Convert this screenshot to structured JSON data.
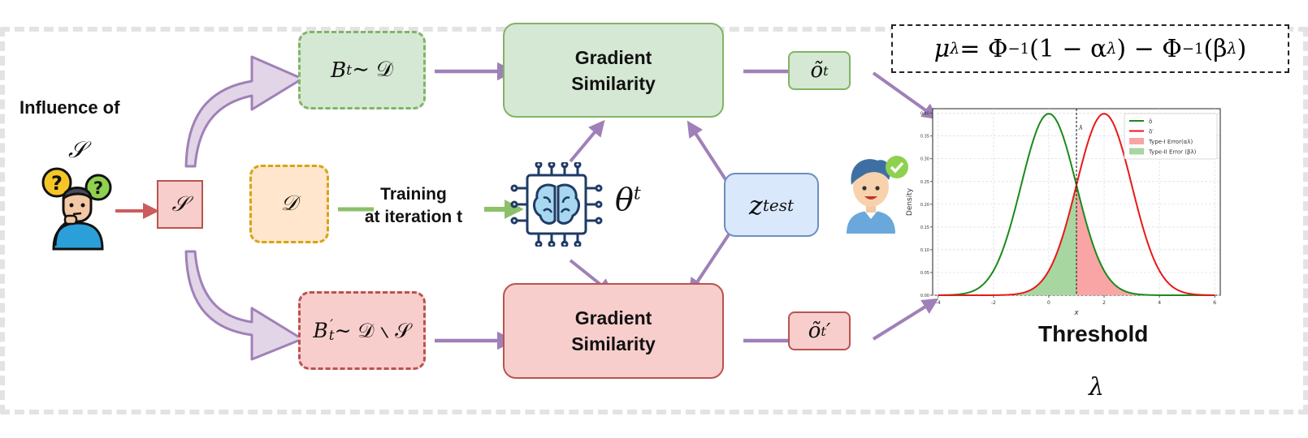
{
  "colors": {
    "purple": "#a080b8",
    "purple_fill": "#e1d5e7",
    "green_fill": "#d5e8d4",
    "green_border": "#82b366",
    "red_fill": "#f8cecc",
    "red_border": "#b85450",
    "yellow_fill": "#ffe6cc",
    "yellow_border": "#d6a412",
    "blue_fill": "#dae8fc",
    "blue_border": "#6c8ebf",
    "curve_green": "#1a8a1a",
    "curve_red": "#e81818"
  },
  "labels": {
    "influence_of": "Influence of",
    "influence_symbol": "𝒮",
    "s_box": "𝒮",
    "d_box": "𝒟",
    "training_line1": "Training",
    "training_line2": "at iteration t",
    "theta": "θ",
    "theta_sup": "t",
    "batch_top": "B",
    "batch_top_sub": "t",
    "batch_top_rest": " ∼ 𝒟",
    "batch_bottom": "B",
    "batch_bottom_sup": "′",
    "batch_bottom_sub": "t",
    "batch_bottom_rest": " ∼ 𝒟 ∖ 𝒮",
    "gs_top_line1": "Gradient",
    "gs_top_line2": "Similarity",
    "gs_bottom_line1": "Gradient",
    "gs_bottom_line2": "Similarity",
    "z_test": "z",
    "z_test_sub": "test",
    "o_top": "õ",
    "o_top_sub": "t",
    "o_bottom": "õ",
    "o_bottom_sub": "t",
    "o_bottom_prime": "′",
    "threshold": "Threshold",
    "lambda_bottom": "λ"
  },
  "formula": {
    "lhs": "μ",
    "lhs_sub": "λ",
    "eq": " = Φ",
    "inv1": "−1",
    "mid": "(1 − α",
    "mid_sub": "λ",
    "mid2": ") − Φ",
    "inv2": "−1",
    "end": "(β",
    "end_sub": "λ",
    "end2": ")"
  },
  "chart_data": {
    "type": "line",
    "xlabel": "x",
    "ylabel": "Density",
    "xlim": [
      -4.2,
      6.2
    ],
    "ylim": [
      0,
      0.41
    ],
    "xticks": [
      -4,
      -2,
      0,
      2,
      4,
      6
    ],
    "yticks": [
      0.0,
      0.05,
      0.1,
      0.15,
      0.2,
      0.25,
      0.3,
      0.35,
      0.4
    ],
    "ytick_labels": [
      "0.00",
      "0.05",
      "0.10",
      "0.15",
      "0.20",
      "0.25",
      "0.30",
      "0.35",
      "0.40"
    ],
    "grid": true,
    "threshold": 1.0,
    "threshold_label": "λ",
    "series": [
      {
        "name": "õ",
        "mean": 0,
        "std": 1,
        "color": "#1a8a1a"
      },
      {
        "name": "õ′",
        "mean": 2,
        "std": 1,
        "color": "#e81818"
      }
    ],
    "fills": [
      {
        "name": "Type-I Error(α_λ)",
        "color": "#f9a5a5",
        "region": "null_right_of_threshold"
      },
      {
        "name": "Type-II Error (β_λ)",
        "color": "#a8d6a0",
        "region": "alt_left_of_threshold"
      }
    ],
    "legend": "top-right",
    "legend_entries": [
      {
        "label": "õ",
        "kind": "line",
        "color": "#1a8a1a"
      },
      {
        "label": "õ′",
        "kind": "line",
        "color": "#e81818"
      },
      {
        "label": "Type-I Error(αλ)",
        "kind": "patch",
        "color": "#f9a5a5"
      },
      {
        "label": "Type-II Error (βλ)",
        "kind": "patch",
        "color": "#a8d6a0"
      }
    ]
  }
}
